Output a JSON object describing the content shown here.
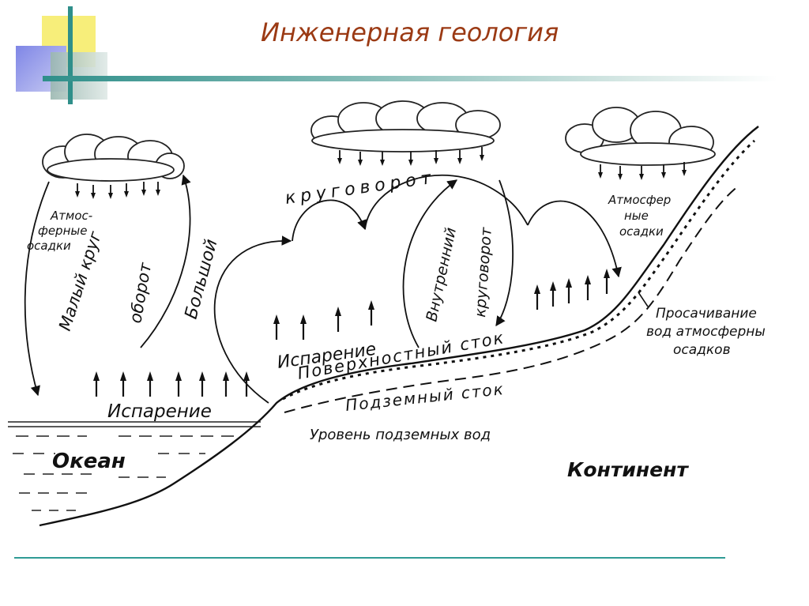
{
  "slide": {
    "title": "Инженерная геология"
  },
  "diagram": {
    "labels": {
      "ocean": "Океан",
      "continent": "Континент",
      "evaporation_sea": "Испарение",
      "evaporation_land": "Испарение",
      "small_cycle_1": "Малый круг",
      "small_cycle_2": "оборот",
      "big_cycle_1": "Большой",
      "big_cycle_2": "круговорот",
      "inner_cycle_1": "Внутренний",
      "inner_cycle_2": "круговорот",
      "precip_left_1": "Атмос-",
      "precip_left_2": "ферные",
      "precip_left_3": "осадки",
      "precip_right_1": "Атмосфер",
      "precip_right_2": "ные",
      "precip_right_3": "осадки",
      "surface_runoff": "Поверхностный сток",
      "underground_runoff": "Подземный сток",
      "groundwater_level": "Уровень подземных вод",
      "seepage_1": "Просачивание",
      "seepage_2": "вод атмосферны",
      "seepage_3": "осадков"
    }
  }
}
